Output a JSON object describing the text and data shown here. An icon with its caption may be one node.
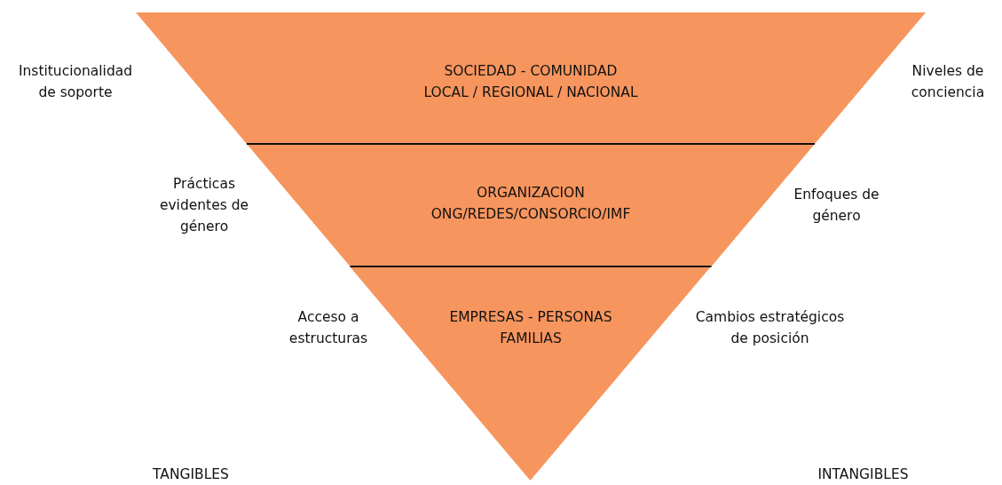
{
  "diagram": {
    "nodes": [
      {
        "text": [
          "SOCIEDAD - COMUNIDAD",
          "LOCAL / REGIONAL / NACIONAL"
        ]
      },
      {
        "text": [
          "ORGANIZACION ONG/REDES/CONSORCIO/IMF"
        ]
      },
      {
        "text": [
          "EMPRESAS - PERSONAS FAMILIAS"
        ]
      }
    ],
    "labels": [
      "Institucionalidad de soporte",
      "Niveles de conciencia",
      "Prácticas evidentes de género",
      "Enfoques de género",
      "Acceso a estructuras",
      "Cambios estratégicos de posición",
      "TANGIBLES",
      "INTANGIBLES"
    ]
  }
}
